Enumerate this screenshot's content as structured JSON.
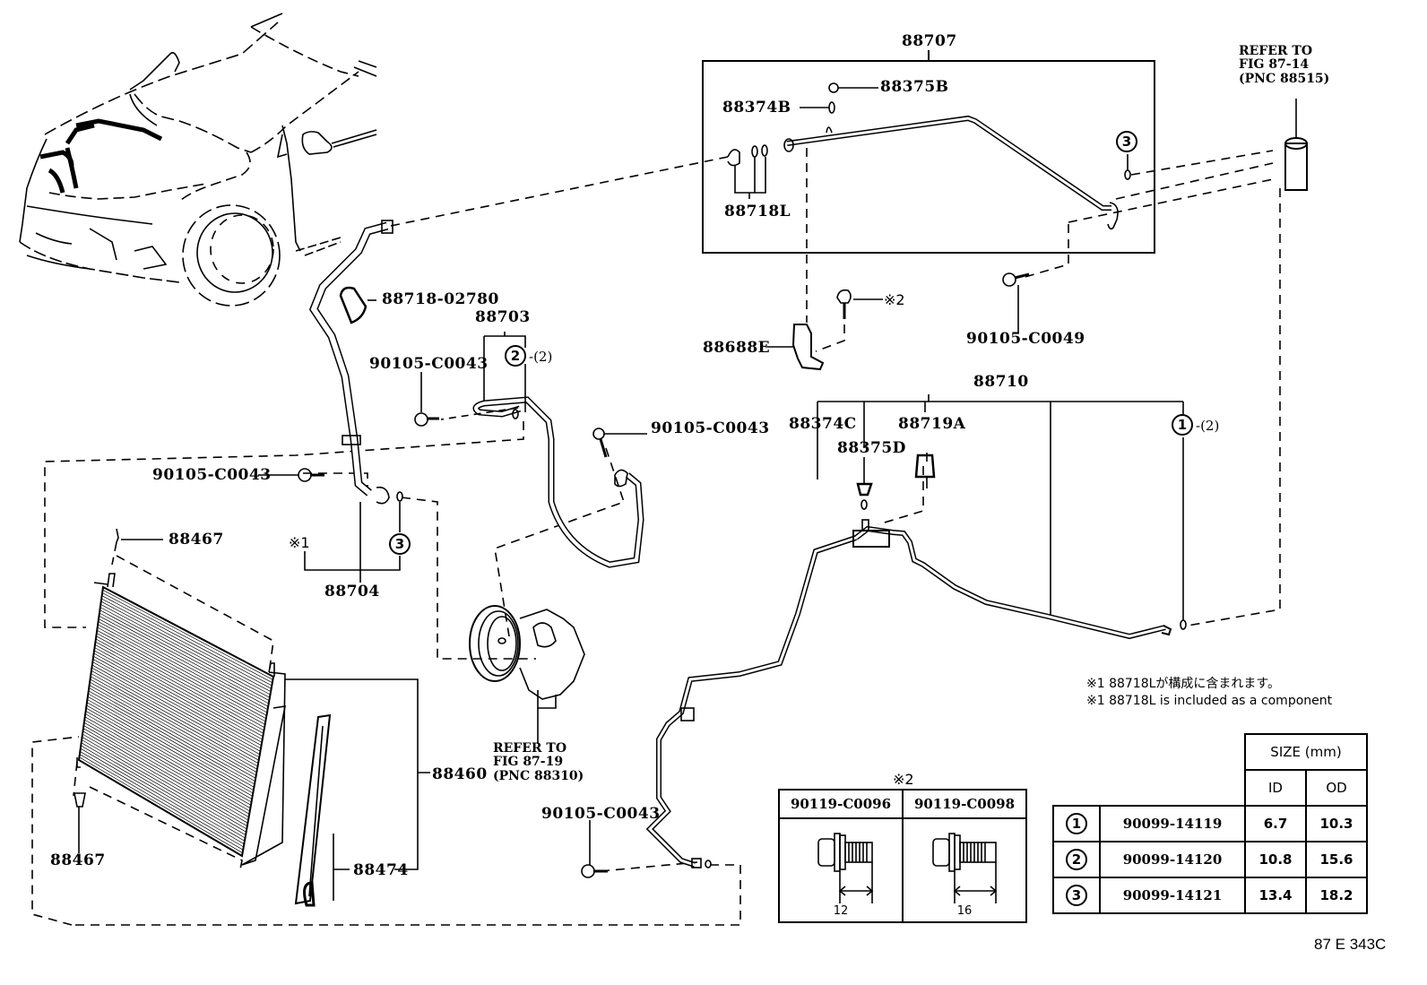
{
  "figure": {
    "code": "87 E 343C",
    "colors": {
      "line": "#000000",
      "background": "#ffffff"
    }
  },
  "parts": {
    "p88707": "88707",
    "p88375B": "88375B",
    "p88374B": "88374B",
    "p88718L": "88718L",
    "p88718_02780": "88718-02780",
    "p88703": "88703",
    "p90105_C0043_a": "90105-C0043",
    "p90105_C0043_b": "90105-C0043",
    "p90105_C0043_c": "90105-C0043",
    "p90105_C0043_d": "90105-C0043",
    "p88688E": "88688E",
    "p90105_C0049": "90105-C0049",
    "p88710": "88710",
    "p88374C": "88374C",
    "p88375D": "88375D",
    "p88719A": "88719A",
    "p88704": "88704",
    "p88467_top": "88467",
    "p88467_bottom": "88467",
    "p88460": "88460",
    "p88474": "88474"
  },
  "callouts": {
    "c2_88703": "2",
    "c2_qty": "-(2)",
    "c3_88704": "3",
    "c3_88707": "3",
    "c1_88710": "1",
    "c1_qty": "-(2)",
    "kome1": "※1",
    "kome2": "※2"
  },
  "references": {
    "ref_top": "REFER TO\nFIG 87-14\n(PNC 88515)",
    "ref_compressor": "REFER TO\nFIG 87-19\n(PNC 88310)"
  },
  "notes": {
    "note_jp": "※1 88718Lが構成に含まれます。",
    "note_en": "※1 88718L is included as a component"
  },
  "bolt_table": {
    "title": "※2",
    "columns": [
      {
        "part": "90119-C0096",
        "length": "12"
      },
      {
        "part": "90119-C0098",
        "length": "16"
      }
    ]
  },
  "size_table": {
    "header": "SIZE (mm)",
    "sub_headers": [
      "ID",
      "OD"
    ],
    "rows": [
      {
        "index": "1",
        "part": "90099-14119",
        "id": "6.7",
        "od": "10.3"
      },
      {
        "index": "2",
        "part": "90099-14120",
        "id": "10.8",
        "od": "15.6"
      },
      {
        "index": "3",
        "part": "90099-14121",
        "id": "13.4",
        "od": "18.2"
      }
    ]
  }
}
